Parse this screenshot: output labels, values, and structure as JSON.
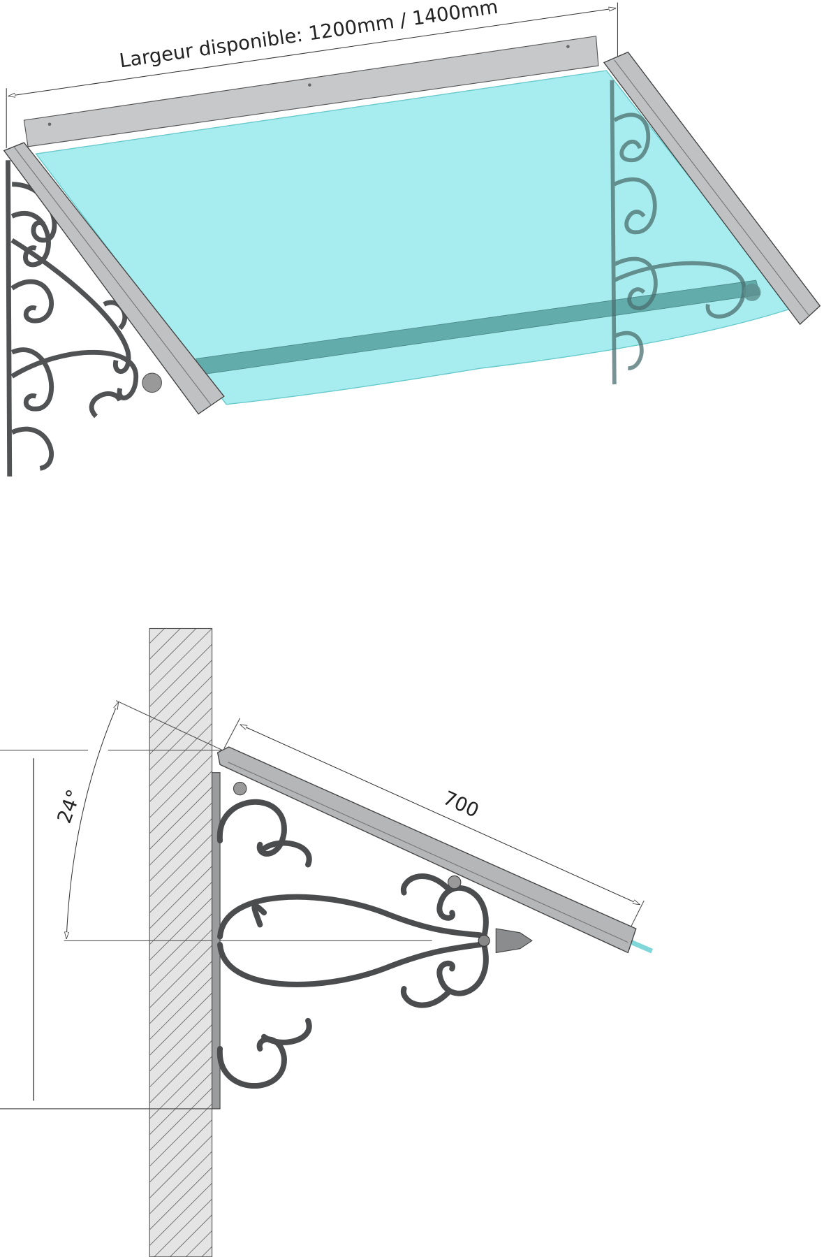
{
  "perspective_view": {
    "width_dimension_label": "Largeur disponible: 1200mm / 1400mm"
  },
  "side_view": {
    "length_dimension_label": "700",
    "angle_dimension_label": "24°"
  },
  "colors": {
    "glass": "#a3ecee",
    "glass_edge": "#5fc7c9",
    "metal": "#b4b6b8",
    "metal_dark": "#5a5c5e",
    "wall_hatch": "#6a6a6a"
  }
}
